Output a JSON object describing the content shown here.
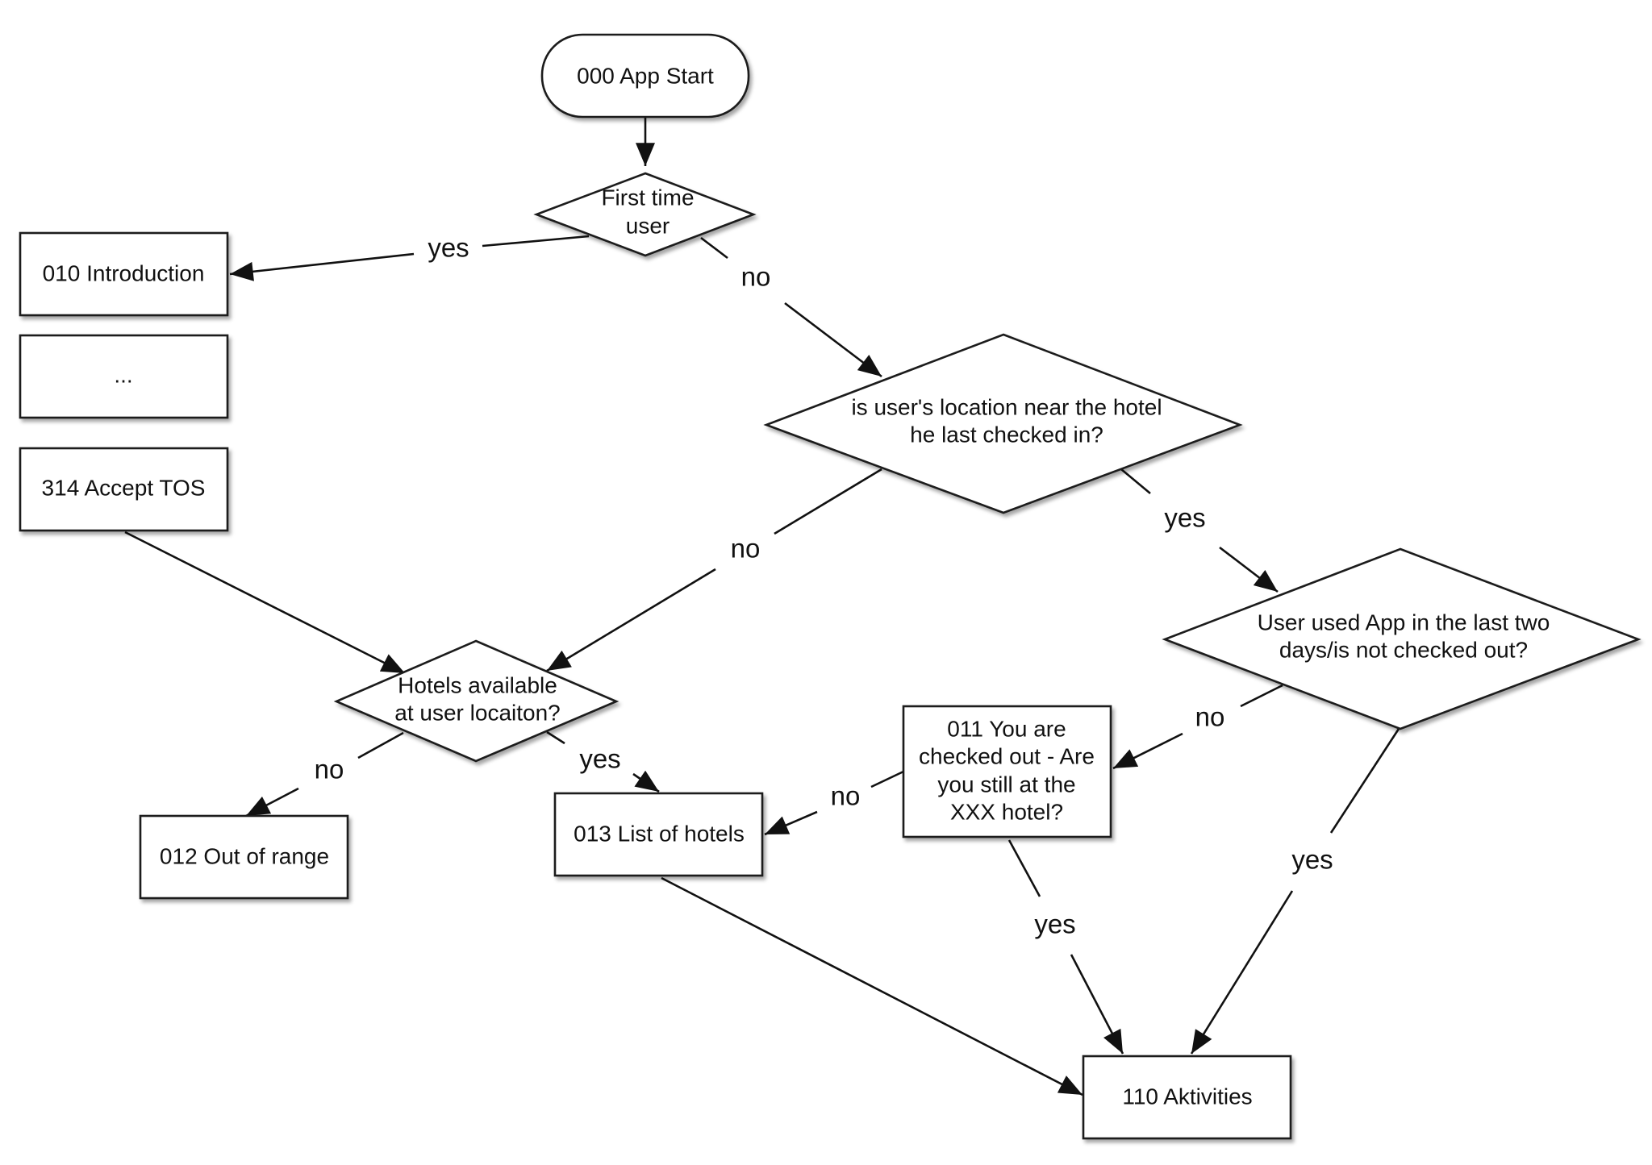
{
  "nodes": {
    "start": {
      "label": "000 App Start"
    },
    "first_time": {
      "lines": [
        "First time",
        "user"
      ]
    },
    "introduction": {
      "label": "010 Introduction"
    },
    "ellipsis": {
      "label": "..."
    },
    "accept_tos": {
      "label": "314 Accept TOS"
    },
    "location_near": {
      "lines": [
        "is user's location near the hotel",
        "he last checked in?"
      ]
    },
    "used_app": {
      "lines": [
        "User used App in the last two",
        "days/is not checked out?"
      ]
    },
    "hotels_available": {
      "lines": [
        "Hotels available",
        "at user locaiton?"
      ]
    },
    "checked_out": {
      "lines": [
        "011 You are",
        "checked out - Are",
        "you still at the",
        "XXX hotel?"
      ]
    },
    "out_of_range": {
      "label": "012 Out of range"
    },
    "list_of_hotels": {
      "label": "013 List of hotels"
    },
    "aktivities": {
      "label": "110 Aktivities"
    }
  },
  "edge_labels": {
    "first_yes": "yes",
    "first_no": "no",
    "location_no": "no",
    "location_yes": "yes",
    "used_no": "no",
    "used_yes": "yes",
    "hotels_no": "no",
    "hotels_yes": "yes",
    "checked_no": "no",
    "checked_yes": "yes"
  }
}
